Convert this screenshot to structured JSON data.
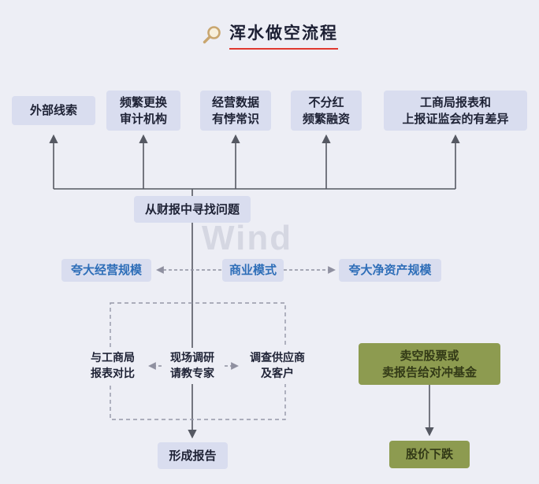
{
  "title": "浑水做空流程",
  "watermark": "Wind",
  "colors": {
    "background": "#edeef5",
    "node_bg": "#d9ddef",
    "dark_text": "#1e2235",
    "blue_text": "#2e6eb8",
    "green_bg": "#8d9b50",
    "line": "#555862",
    "title_underline": "#e0382e"
  },
  "icons": {
    "title_icon": "magnifier-icon"
  },
  "source_boxes": [
    "外部线索",
    "频繁更换\n审计机构",
    "经营数据\n有悖常识",
    "不分红\n频繁融资",
    "工商局报表和\n上报证监会的有差异"
  ],
  "hub_box": "从财报中寻找问题",
  "analysis_boxes": [
    "夸大经营规模",
    "商业模式",
    "夸大净资产规模"
  ],
  "verification_boxes": [
    "与工商局\n报表对比",
    "现场调研\n请教专家",
    "调查供应商\n及客户"
  ],
  "report_box": "形成报告",
  "action_boxes": [
    "卖空股票或\n卖报告给对冲基金",
    "股价下跌"
  ]
}
